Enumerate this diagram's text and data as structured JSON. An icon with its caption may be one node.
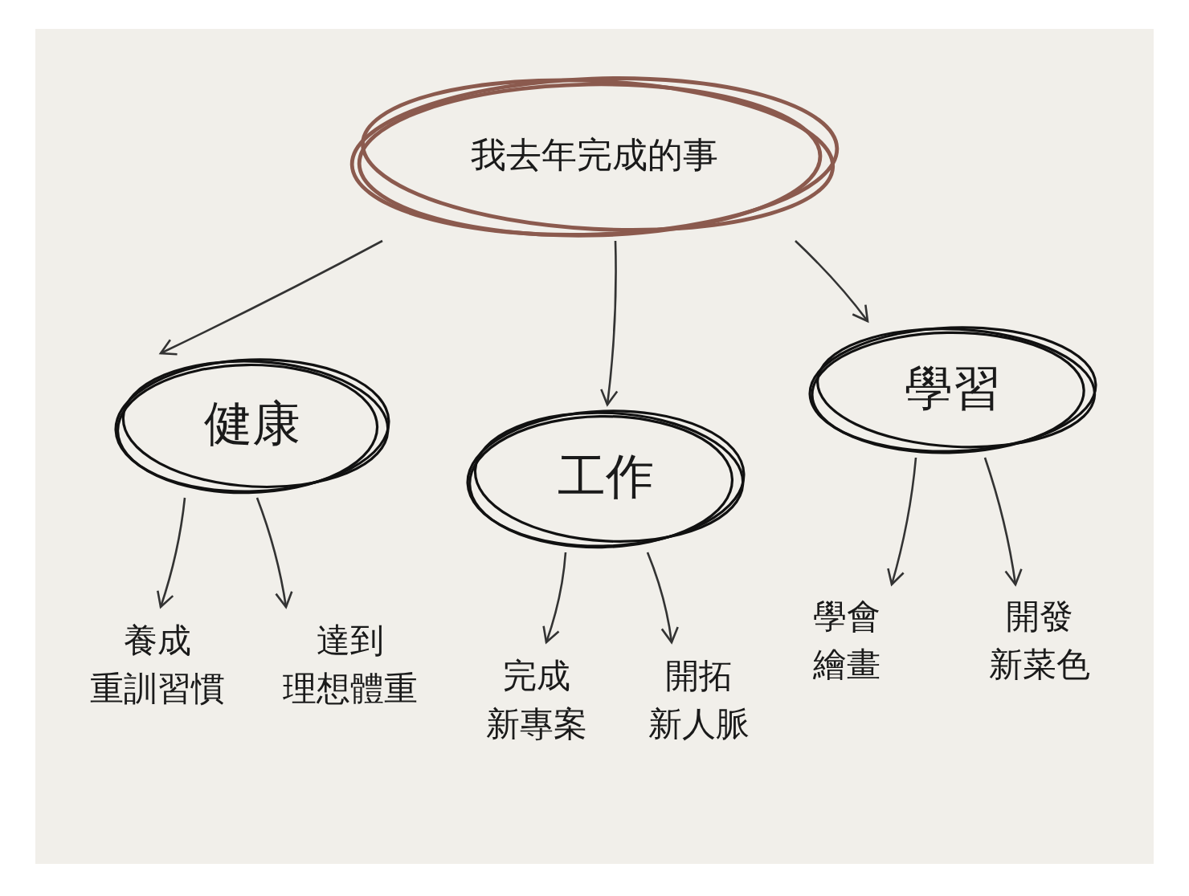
{
  "diagram": {
    "nodes": [
      {
        "text": [
          "我去年完成的事"
        ]
      },
      {
        "text": [
          "健康"
        ]
      },
      {
        "text": [
          "工作"
        ]
      },
      {
        "text": [
          "學習"
        ]
      },
      {
        "text": [
          "養成重訓習慣"
        ]
      },
      {
        "text": [
          "達到理想體重"
        ]
      },
      {
        "text": [
          "完成新專案"
        ]
      },
      {
        "text": [
          "開拓新人脈"
        ]
      },
      {
        "text": [
          "學會繪畫"
        ]
      },
      {
        "text": [
          "開發新菜色"
        ]
      }
    ],
    "edges": [
      {
        "from": 0,
        "to": 1,
        "arrow": "to"
      },
      {
        "from": 0,
        "to": 2,
        "arrow": "to"
      },
      {
        "from": 0,
        "to": 3,
        "arrow": "to"
      },
      {
        "from": 1,
        "to": 4,
        "arrow": "to"
      },
      {
        "from": 1,
        "to": 5,
        "arrow": "to"
      },
      {
        "from": 2,
        "to": 6,
        "arrow": "to"
      },
      {
        "from": 2,
        "to": 7,
        "arrow": "to"
      },
      {
        "from": 3,
        "to": 8,
        "arrow": "to"
      },
      {
        "from": 3,
        "to": 9,
        "arrow": "to"
      }
    ]
  }
}
